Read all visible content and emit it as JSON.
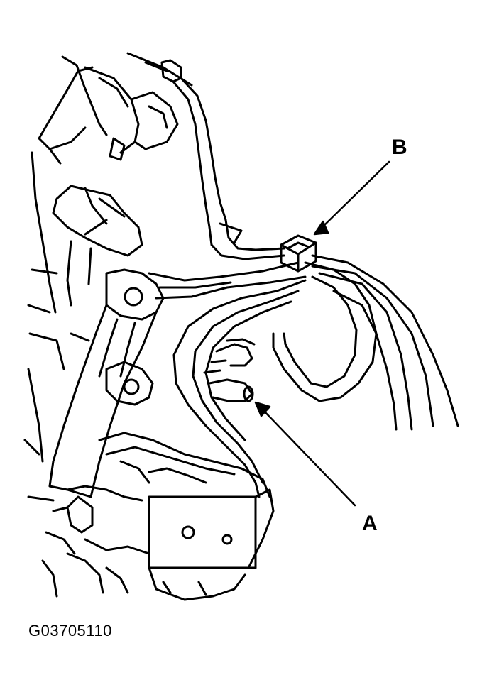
{
  "callouts": {
    "a": "A",
    "b": "B"
  },
  "figure_code": "G03705110",
  "colors": {
    "ink": "#000000",
    "paper": "#ffffff"
  }
}
